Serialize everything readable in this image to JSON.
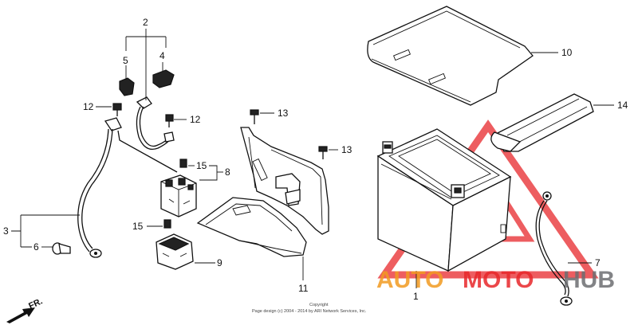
{
  "callouts": {
    "n1": "1",
    "n2": "2",
    "n3": "3",
    "n4": "4",
    "n5": "5",
    "n6": "6",
    "n7": "7",
    "n8": "8",
    "n9": "9",
    "n10": "10",
    "n11": "11",
    "n12a": "12",
    "n12b": "12",
    "n13a": "13",
    "n13b": "13",
    "n14": "14",
    "n15a": "15",
    "n15b": "15"
  },
  "direction_label": "FR.",
  "watermark": {
    "part1": "AUTO",
    "part2": "MOTO",
    "part3": "HUB",
    "color_red": "#e8282b",
    "color_orange": "#f29b21",
    "color_gray": "#6d6e71"
  },
  "copyright": {
    "line1": "Copyright",
    "line2": "Page design (c) 2004 - 2014 by ARI Network Services, Inc."
  }
}
